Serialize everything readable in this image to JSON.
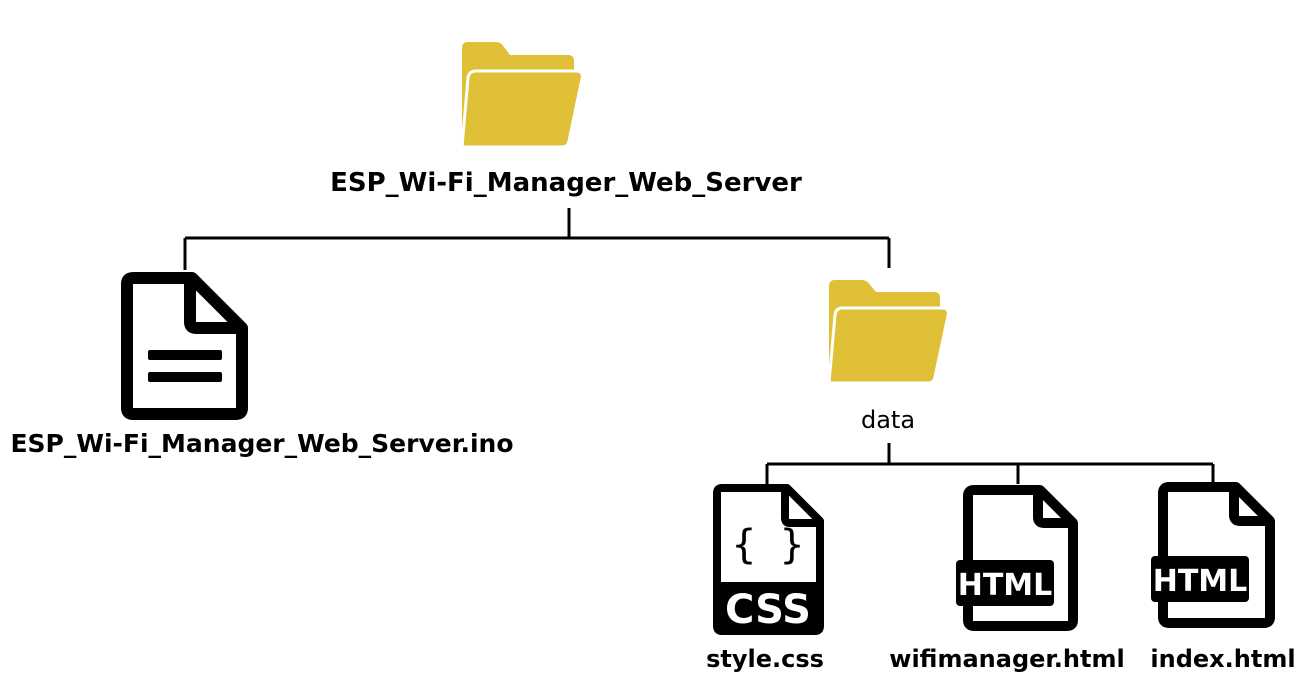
{
  "root_folder": {
    "label": "ESP_Wi-Fi_Manager_Web_Server",
    "icon": "folder-icon",
    "color": "#E0C036"
  },
  "ino_file": {
    "label": "ESP_Wi-Fi_Manager_Web_Server.ino",
    "icon": "document-icon"
  },
  "data_folder": {
    "label": "data",
    "icon": "folder-icon",
    "color": "#E0C036"
  },
  "files": [
    {
      "label": "style.css",
      "icon": "css-file-icon",
      "badge": "CSS",
      "glyph": "{ }"
    },
    {
      "label": "wifimanager.html",
      "icon": "html-file-icon",
      "badge": "HTML"
    },
    {
      "label": "index.html",
      "icon": "html-file-icon",
      "badge": "HTML"
    }
  ],
  "colors": {
    "folder": "#E0C036",
    "line": "#000000",
    "icon": "#000000"
  }
}
